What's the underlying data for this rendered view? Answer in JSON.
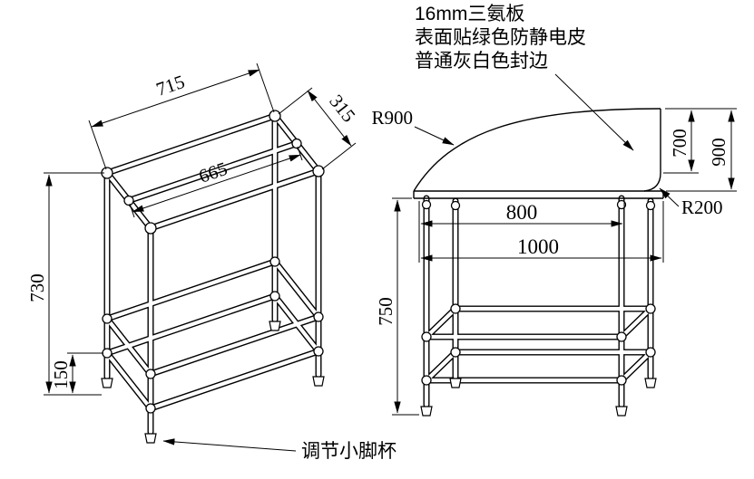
{
  "drawing": {
    "foot_label": "调节小脚杯",
    "board_notes": [
      "16mm三氨板",
      "表面贴绿色防静电皮",
      "普通灰白色封边"
    ],
    "left_view": {
      "width": "715",
      "depth": "315",
      "inner_width": "665",
      "height": "730",
      "rail_height": "150"
    },
    "right_view": {
      "arc_radius": "R900",
      "corner_radius": "R200",
      "depth_front": "700",
      "depth_total": "900",
      "span_inner": "800",
      "span_total": "1000",
      "frame_height": "750"
    },
    "colors": {
      "line": "#000000",
      "background": "#ffffff"
    }
  }
}
